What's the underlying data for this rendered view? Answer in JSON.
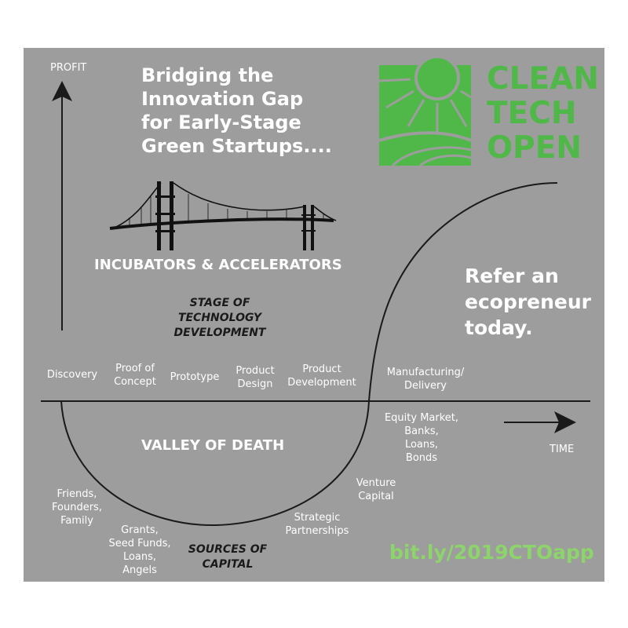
{
  "headline": [
    "Bridging the",
    "Innovation Gap",
    "for Early-Stage",
    "Green Startups...."
  ],
  "axis": {
    "y_label": "PROFIT",
    "x_label": "TIME"
  },
  "logo": {
    "lines": [
      "CLEAN",
      "TECH",
      "OPEN"
    ]
  },
  "bridge_caption": "INCUBATORS & ACCELERATORS",
  "stage_title": [
    "STAGE OF",
    "TECHNOLOGY",
    "DEVELOPMENT"
  ],
  "stages": [
    {
      "lines": [
        "Discovery"
      ]
    },
    {
      "lines": [
        "Proof of",
        "Concept"
      ]
    },
    {
      "lines": [
        "Prototype"
      ]
    },
    {
      "lines": [
        "Product",
        "Design"
      ]
    },
    {
      "lines": [
        "Product",
        "Development"
      ]
    },
    {
      "lines": [
        "Manufacturing/",
        "Delivery"
      ]
    }
  ],
  "valley_label": "VALLEY OF DEATH",
  "capital_title": [
    "SOURCES OF",
    "CAPITAL"
  ],
  "capital_sources": [
    {
      "lines": [
        "Friends,",
        "Founders,",
        "Family"
      ]
    },
    {
      "lines": [
        "Grants,",
        "Seed Funds,",
        "Loans,",
        "Angels"
      ]
    },
    {
      "lines": [
        "Strategic",
        "Partnerships"
      ]
    },
    {
      "lines": [
        "Venture",
        "Capital"
      ]
    },
    {
      "lines": [
        "Equity Market,",
        "Banks,",
        "Loans,",
        "Bonds"
      ]
    }
  ],
  "cta": [
    "Refer an",
    "ecopreneur",
    "today."
  ],
  "url": "bit.ly/2019CTOapp",
  "colors": {
    "background": "#9d9d9d",
    "logo_green": "#4fb848",
    "url_green": "#8dd46a",
    "ink": "#1a1a1a"
  }
}
